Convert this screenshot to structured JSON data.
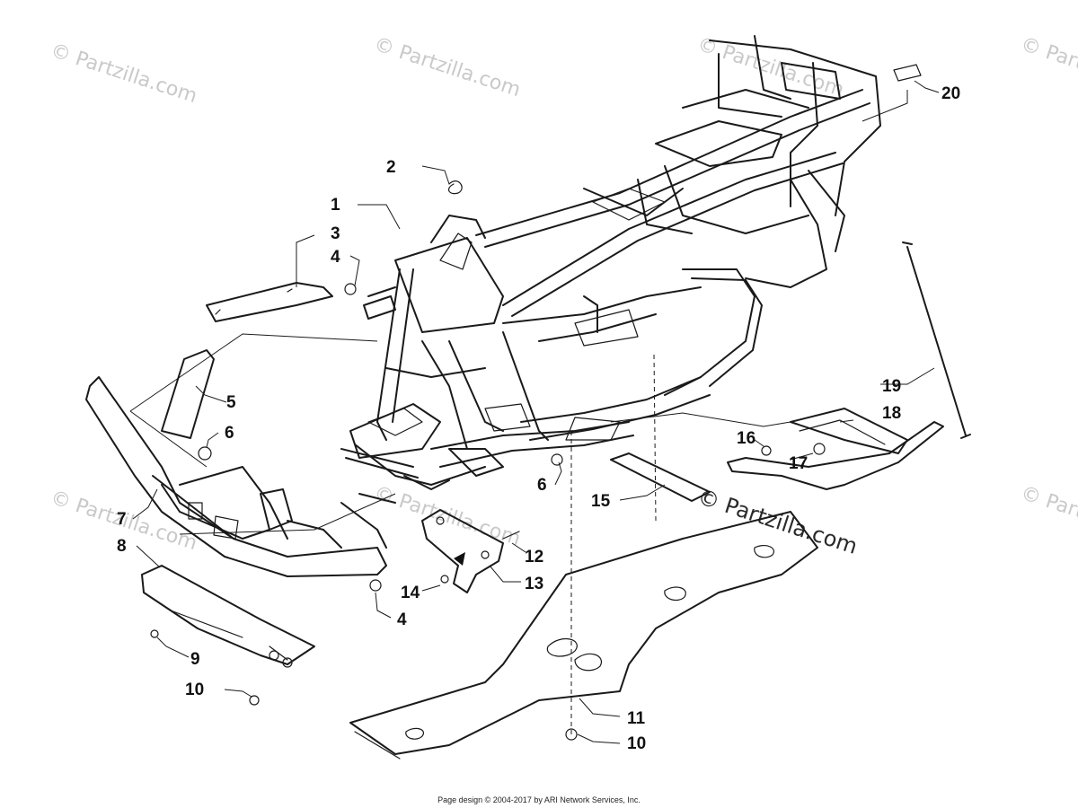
{
  "watermark": {
    "text": "© Partzilla.com"
  },
  "callouts": [
    {
      "id": "1",
      "label": "1"
    },
    {
      "id": "2",
      "label": "2"
    },
    {
      "id": "3",
      "label": "3"
    },
    {
      "id": "4a",
      "label": "4"
    },
    {
      "id": "4b",
      "label": "4"
    },
    {
      "id": "5",
      "label": "5"
    },
    {
      "id": "6a",
      "label": "6"
    },
    {
      "id": "6b",
      "label": "6"
    },
    {
      "id": "7",
      "label": "7"
    },
    {
      "id": "8",
      "label": "8"
    },
    {
      "id": "9",
      "label": "9"
    },
    {
      "id": "10a",
      "label": "10"
    },
    {
      "id": "10b",
      "label": "10"
    },
    {
      "id": "11",
      "label": "11"
    },
    {
      "id": "12",
      "label": "12"
    },
    {
      "id": "13",
      "label": "13"
    },
    {
      "id": "14",
      "label": "14"
    },
    {
      "id": "15",
      "label": "15"
    },
    {
      "id": "16",
      "label": "16"
    },
    {
      "id": "17",
      "label": "17"
    },
    {
      "id": "18",
      "label": "18"
    },
    {
      "id": "19",
      "label": "19"
    },
    {
      "id": "20",
      "label": "20"
    }
  ],
  "footer": {
    "text": "Page design © 2004-2017 by ARI Network Services, Inc."
  }
}
